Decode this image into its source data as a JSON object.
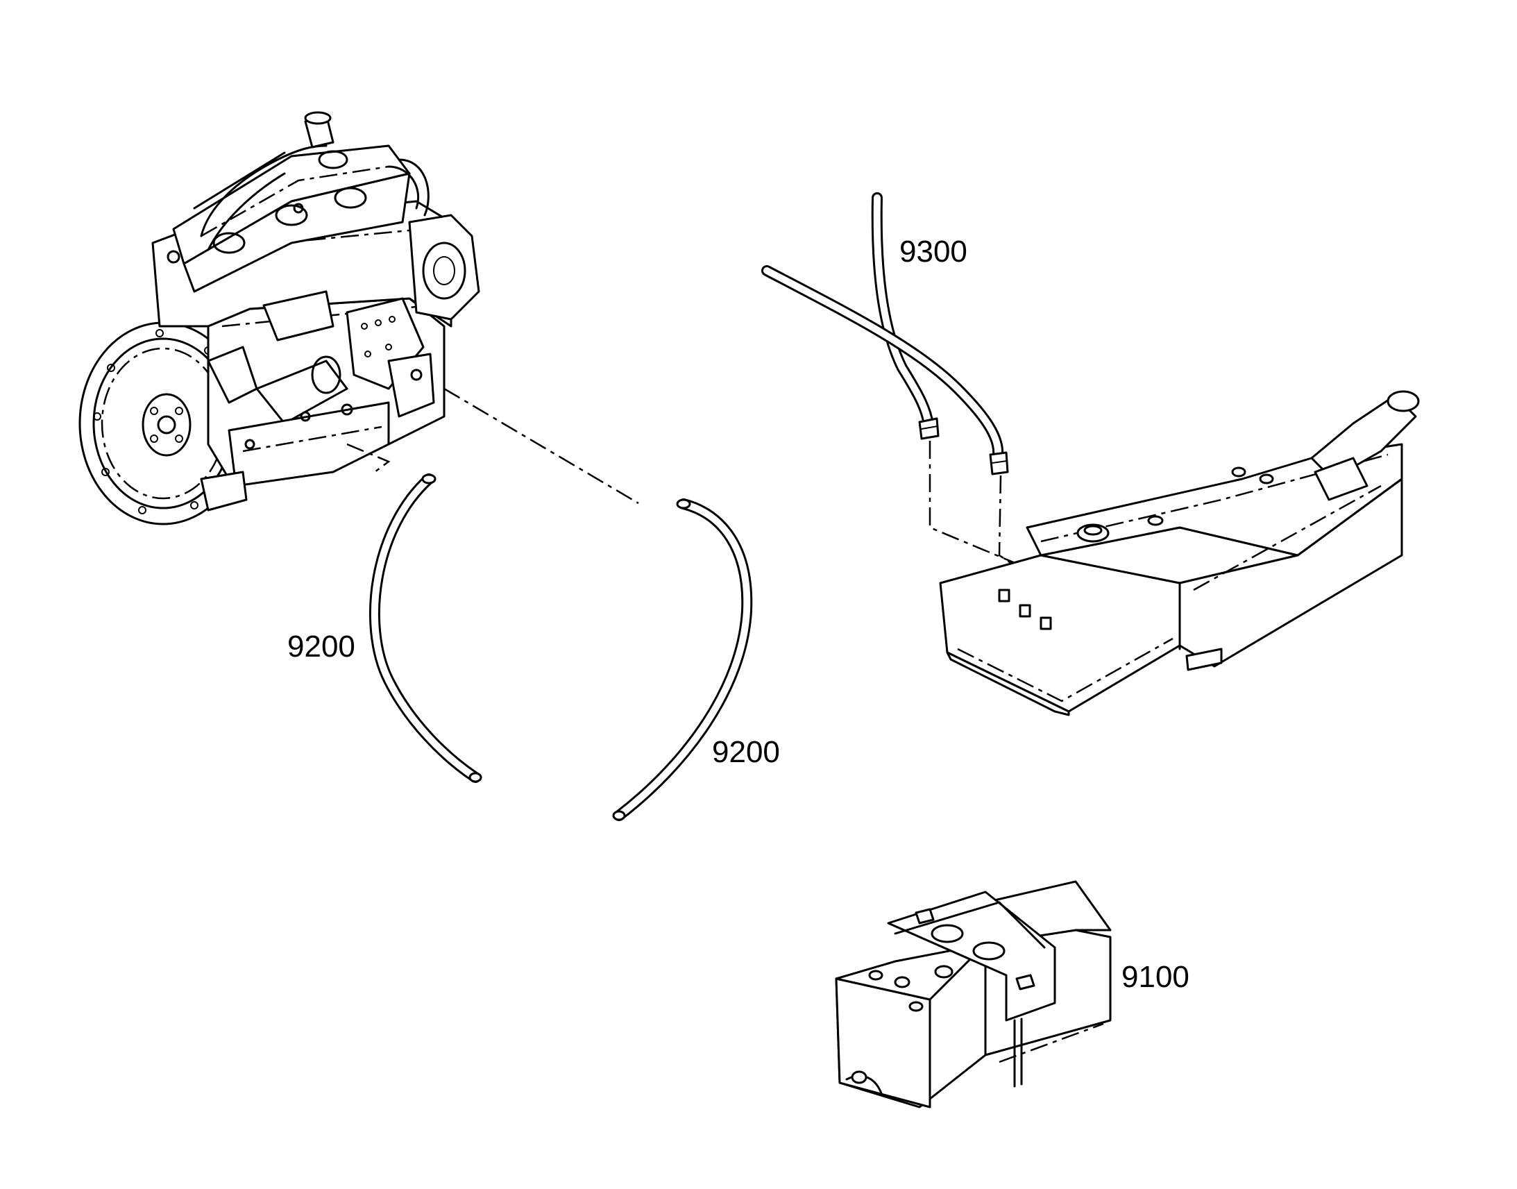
{
  "callouts": {
    "c9300": "9300",
    "c9200_left": "9200",
    "c9200_right": "9200",
    "c9100": "9100"
  },
  "parts": {
    "engine": "engine-assembly",
    "fuel_tank": "fuel-tank",
    "battery": "battery",
    "hose_left": "hose",
    "hose_right": "hose",
    "fuel_lines": "fuel-lines"
  },
  "colors": {
    "line": "#000000",
    "background": "#ffffff"
  }
}
